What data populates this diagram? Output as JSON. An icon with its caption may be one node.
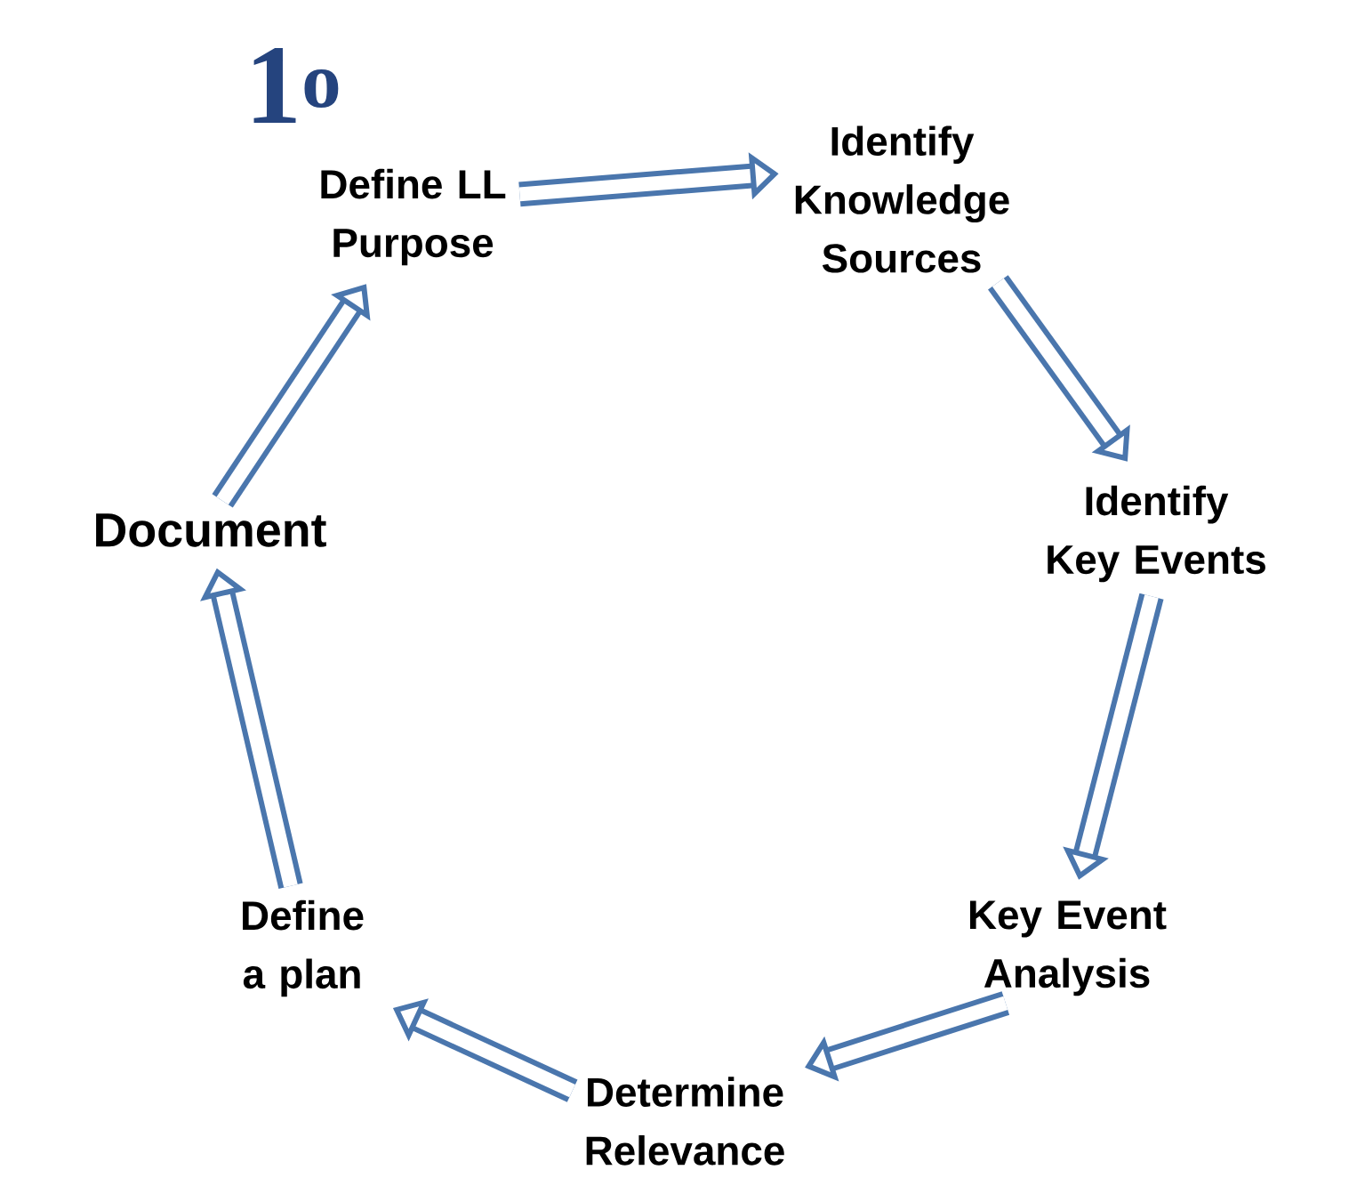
{
  "diagram": {
    "nodes": [
      {
        "text": [
          "Define LL Purpose"
        ]
      },
      {
        "text": [
          "Identify Knowledge Sources"
        ]
      },
      {
        "text": [
          "Identify Key Events"
        ]
      },
      {
        "text": [
          "Key Event Analysis"
        ]
      },
      {
        "text": [
          "Determine Relevance"
        ]
      },
      {
        "text": [
          "Define a plan"
        ]
      },
      {
        "text": [
          "Document"
        ]
      }
    ],
    "edges": [
      {
        "from": 0,
        "to": 1,
        "arrow": "to"
      },
      {
        "from": 1,
        "to": 2,
        "arrow": "to"
      },
      {
        "from": 2,
        "to": 3,
        "arrow": "to"
      },
      {
        "from": 3,
        "to": 4,
        "arrow": "to"
      },
      {
        "from": 4,
        "to": 5,
        "arrow": "to"
      },
      {
        "from": 5,
        "to": 6,
        "arrow": "to"
      },
      {
        "from": 6,
        "to": 0,
        "arrow": "to"
      }
    ],
    "labels": [
      "1$^{o}$"
    ]
  }
}
